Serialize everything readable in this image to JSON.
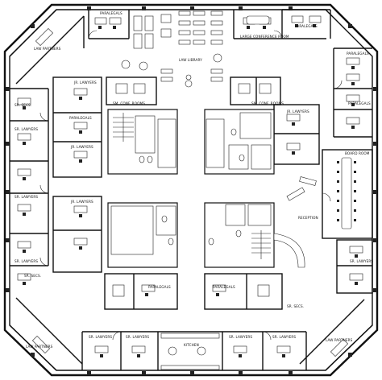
{
  "plan": {
    "labels": {
      "paralegals_top": "PARALEGALS",
      "paralegals_top_right": "PARALEGALS",
      "law_partners_tl": "LAW PARTNERS",
      "law_library": "LAW LIBRARY",
      "large_conference_room": "LARGE CONFERENCE ROOM",
      "paralegals_right1": "PARALEGALS",
      "paralegals_right2": "PARALEGALS",
      "jr_lawyers_top": "JR. LAWYERS",
      "sm_conf_rooms_left": "SM. CONF. ROOMS",
      "sm_conf_rooms_right": "SM. CONF. ROOMS",
      "sr_secs_left_top": "SR. SECS.",
      "paralegals_left": "PARALEGALS",
      "jr_lawyers_right": "JR. LAWYERS",
      "sr_lawyers_left": "SR. LAWYERS",
      "jr_lawyers_left_mid": "JR. LAWYERS",
      "board_room": "BOARD ROOM",
      "sr_lawyers_left2": "SR. LAWYERS",
      "reception": "RECEPTION",
      "jr_lawyers_left_low": "JR. LAWYERS",
      "sr_lawyers_left3": "SR. LAWYERS",
      "sr_secs_left_bottom": "SR. SECS.",
      "paralegals_bottom_left": "PARALEGALS",
      "paralegals_bottom_right": "PARALEGALS",
      "sr_lawyers_right_bottom": "SR. LAWYERS",
      "sr_secs_right_bottom": "SR. SECS.",
      "law_partners_bl": "LAW PARTNERS",
      "sr_lawyers_bottom1": "SR. LAWYERS",
      "sr_lawyers_bottom2": "SR. LAWYERS",
      "kitchen": "KITCHEN",
      "sr_lawyers_bottom3": "SR. LAWYERS",
      "sr_lawyers_bottom4": "SR. LAWYERS",
      "law_partners_br": "LAW PARTNERS"
    }
  }
}
